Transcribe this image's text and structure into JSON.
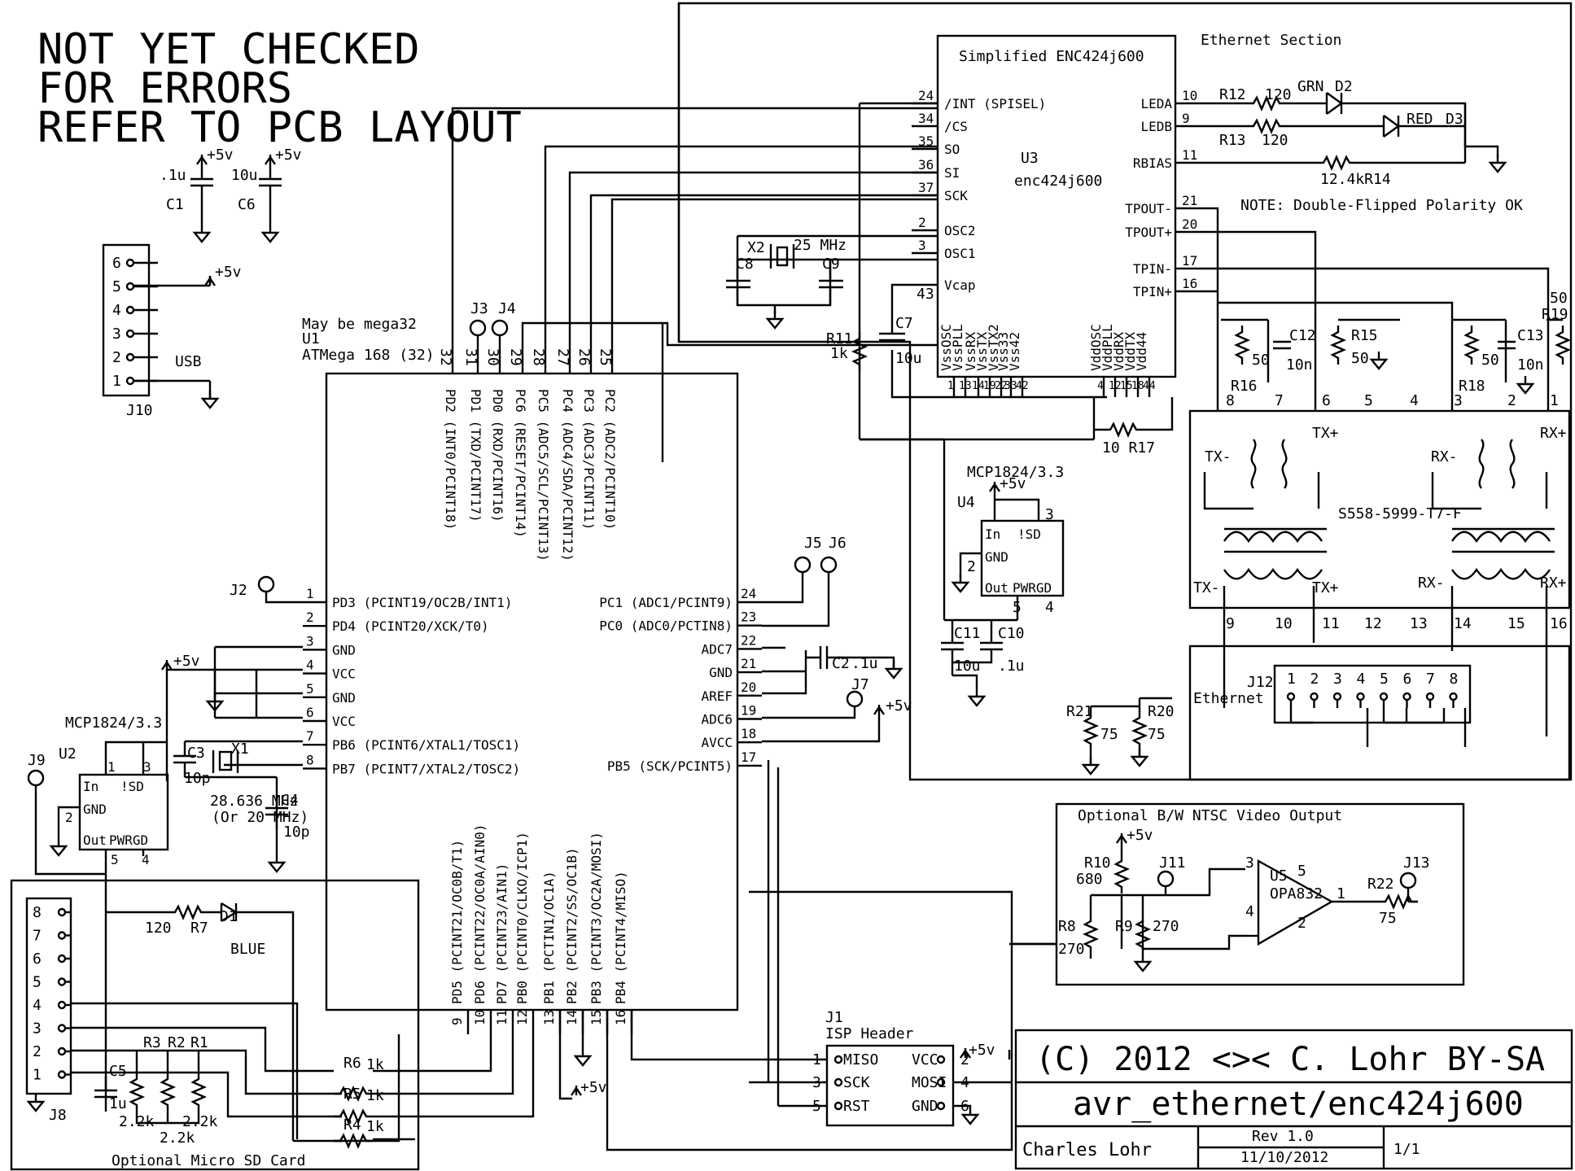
{
  "warning": [
    "NOT YET CHECKED",
    "FOR ERRORS",
    "REFER TO PCB LAYOUT"
  ],
  "title_block": {
    "copyright": "(C) 2012 <>< C. Lohr BY-SA",
    "project": "avr_ethernet/enc424j600",
    "author": "Charles Lohr",
    "rev": "Rev 1.0",
    "date": "11/10/2012",
    "sheet": "1/1"
  },
  "ethernet": {
    "section_label": "Ethernet Section",
    "chip_title": "Simplified ENC424j600",
    "ref": "U3",
    "part": "enc424j600",
    "note": "NOTE: Double-Flipped Polarity OK",
    "left_pins": [
      {
        "num": "24",
        "name": "/INT (SPISEL)"
      },
      {
        "num": "34",
        "name": "/CS"
      },
      {
        "num": "35",
        "name": "SO"
      },
      {
        "num": "36",
        "name": "SI"
      },
      {
        "num": "37",
        "name": "SCK"
      },
      {
        "num": "2",
        "name": "OSC2"
      },
      {
        "num": "3",
        "name": "OSC1"
      },
      {
        "num": "43",
        "name": "Vcap"
      }
    ],
    "right_pins": [
      {
        "num": "10",
        "name": "LEDA"
      },
      {
        "num": "9",
        "name": "LEDB"
      },
      {
        "num": "11",
        "name": "RBIAS"
      },
      {
        "num": "21",
        "name": "TPOUT-"
      },
      {
        "num": "20",
        "name": "TPOUT+"
      },
      {
        "num": "17",
        "name": "TPIN-"
      },
      {
        "num": "16",
        "name": "TPIN+"
      }
    ],
    "bottom_pins": [
      {
        "num": "1",
        "name": "VssOSC"
      },
      {
        "num": "13",
        "name": "VssPLL"
      },
      {
        "num": "14",
        "name": "VssRX"
      },
      {
        "num": "19",
        "name": "VssTX"
      },
      {
        "num": "22",
        "name": "VssTX2"
      },
      {
        "num": "33",
        "name": "Vss33"
      },
      {
        "num": "42",
        "name": "Vss42"
      },
      {
        "num": "4",
        "name": "VddOSC"
      },
      {
        "num": "12",
        "name": "VddPLL"
      },
      {
        "num": "15",
        "name": "VddRX"
      },
      {
        "num": "18",
        "name": "VddTX"
      },
      {
        "num": "44",
        "name": "Vdd44"
      }
    ]
  },
  "mcu": {
    "note": "May be mega32",
    "ref": "U1",
    "part": "ATMega 168 (32)",
    "top_pins": [
      {
        "num": "32",
        "name": "PD2 (INT0/PCINT18)"
      },
      {
        "num": "31",
        "name": "PD1 (TXD/PCINT17)"
      },
      {
        "num": "30",
        "name": "PD0 (RXD/PCINT16)"
      },
      {
        "num": "29",
        "name": "PC6 (RESET/PCINT14)"
      },
      {
        "num": "28",
        "name": "PC5 (ADC5/SCL/PCINT13)"
      },
      {
        "num": "27",
        "name": "PC4 (ADC4/SDA/PCINT12)"
      },
      {
        "num": "26",
        "name": "PC3 (ADC3/PCINT11)"
      },
      {
        "num": "25",
        "name": "PC2 (ADC2/PCINT10)"
      }
    ],
    "left_pins": [
      {
        "num": "1",
        "name": "PD3 (PCINT19/OC2B/INT1)"
      },
      {
        "num": "2",
        "name": "PD4 (PCINT20/XCK/T0)"
      },
      {
        "num": "3",
        "name": "GND"
      },
      {
        "num": "4",
        "name": "VCC"
      },
      {
        "num": "5",
        "name": "GND"
      },
      {
        "num": "6",
        "name": "VCC"
      },
      {
        "num": "7",
        "name": "PB6 (PCINT6/XTAL1/TOSC1)"
      },
      {
        "num": "8",
        "name": "PB7 (PCINT7/XTAL2/TOSC2)"
      }
    ],
    "right_pins": [
      {
        "num": "24",
        "name": "PC1 (ADC1/PCINT9)"
      },
      {
        "num": "23",
        "name": "PC0 (ADC0/PCTIN8)"
      },
      {
        "num": "22",
        "name": "ADC7"
      },
      {
        "num": "21",
        "name": "GND"
      },
      {
        "num": "20",
        "name": "AREF"
      },
      {
        "num": "19",
        "name": "ADC6"
      },
      {
        "num": "18",
        "name": "AVCC"
      },
      {
        "num": "17",
        "name": "PB5 (SCK/PCINT5)"
      }
    ],
    "bottom_pins": [
      {
        "num": "9",
        "name": "PD5 (PCINT21/OC0B/T1)"
      },
      {
        "num": "10",
        "name": "PD6 (PCINT22/OC0A/AIN0)"
      },
      {
        "num": "11",
        "name": "PD7 (PCINT23/AIN1)"
      },
      {
        "num": "12",
        "name": "PB0 (PCINT0/CLKO/ICP1)"
      },
      {
        "num": "13",
        "name": "PB1 (PCTIN1/OC1A)"
      },
      {
        "num": "14",
        "name": "PB2 (PCINT2/SS/OC1B)"
      },
      {
        "num": "15",
        "name": "PB3 (PCINT3/OC2A/MOSI)"
      },
      {
        "num": "16",
        "name": "PB4 (PCINT4/MISO)"
      }
    ]
  },
  "regulator_common": {
    "pin_in": "In",
    "pin_sd": "!SD",
    "pin_gnd": "GND",
    "pin_out": "Out",
    "pin_pwrgd": "PWRGD"
  },
  "u2": {
    "part": "MCP1824/3.3",
    "ref": "U2"
  },
  "u4": {
    "part": "MCP1824/3.3",
    "ref": "U4"
  },
  "usb": {
    "ref": "J10",
    "label": "USB",
    "pins": [
      "6",
      "5",
      "4",
      "3",
      "2",
      "1"
    ]
  },
  "sd": {
    "ref": "J8",
    "label": "Optional Micro SD Card",
    "pins": [
      "8",
      "7",
      "6",
      "5",
      "4",
      "3",
      "2",
      "1"
    ]
  },
  "isp": {
    "ref": "J1",
    "label": "ISP Header",
    "pins": [
      {
        "num": "1",
        "name": "MISO"
      },
      {
        "num": "2",
        "name": "VCC"
      },
      {
        "num": "3",
        "name": "SCK"
      },
      {
        "num": "4",
        "name": "MOSI"
      },
      {
        "num": "5",
        "name": "RST"
      },
      {
        "num": "6",
        "name": "GND"
      }
    ]
  },
  "video": {
    "label": "Optional B/W NTSC Video Output",
    "ref": "U5",
    "part": "OPA832"
  },
  "magjack": {
    "part": "S558-5999-T7-F",
    "pins": [
      "8",
      "7",
      "6",
      "5",
      "4",
      "3",
      "2",
      "1",
      "9",
      "10",
      "11",
      "12",
      "13",
      "14",
      "15",
      "16"
    ],
    "txm": "TX-",
    "txp": "TX+",
    "rxm": "RX-",
    "rxp": "RX+"
  },
  "j12": {
    "ref": "J12",
    "label": "Ethernet",
    "pins": [
      "1",
      "2",
      "3",
      "4",
      "5",
      "6",
      "7",
      "8"
    ]
  },
  "supply": "+5v",
  "labels": {
    "J2": "J2",
    "J3": "J3",
    "J4": "J4",
    "J5": "J5",
    "J6": "J6",
    "J7": "J7",
    "J9": "J9",
    "J11": "J11",
    "J13": "J13",
    "C1": "C1",
    "C1v": ".1u",
    "C6": "C6",
    "C6v": "10u",
    "C2": "C2",
    "C2v": ".1u",
    "C3": "C3",
    "C3v": "10p",
    "C4": "C4",
    "C4v": "10p",
    "C5": "C5",
    "C5v": "1u",
    "C7": "C7",
    "C7v": "10u",
    "C8": "C8",
    "C9": "C9",
    "C10": "C10",
    "C10v": ".1u",
    "C11": "C11",
    "C11v": "10u",
    "C12": "C12",
    "C12v": "10n",
    "C13": "C13",
    "C13v": "10n",
    "X1": "X1",
    "X1f": "28.636 MHz",
    "X1alt": "(Or 20 MHz)",
    "X2": "X2",
    "X2f": "25 MHz",
    "R1": "R1",
    "R2": "R2",
    "R3": "R3",
    "Rv22": "2.2k",
    "R4": "R4",
    "R5": "R5",
    "R6": "R6",
    "Rv1k": "1k",
    "R7": "R7",
    "R7v": "120",
    "D1": "D1",
    "D1c": "BLUE",
    "R8": "R8",
    "R8v": "270",
    "R9": "R9",
    "R9v": "270",
    "R10": "R10",
    "R10v": "680",
    "R11": "R11",
    "R11v": "1k",
    "R12": "R12",
    "R12v": "120",
    "R13": "R13",
    "R13v": "120",
    "R14": "12.4kR14",
    "R15": "R15",
    "R15v": "50",
    "R16": "R16",
    "R16v": "50",
    "R17": "10 R17",
    "R18": "R18",
    "R18v": "50",
    "R19": "R19",
    "R19v": "50",
    "R20": "R20",
    "R20v": "75",
    "R21": "R21",
    "R21v": "75",
    "R22": "R22",
    "R22v": "75",
    "GRN": "GRN",
    "D2": "D2",
    "RED": "RED",
    "D3": "D3",
    "p2": "2",
    "p3": "3",
    "p4": "4",
    "p5": "5",
    "p1": "1",
    "p6": "6",
    "p9": "9"
  }
}
